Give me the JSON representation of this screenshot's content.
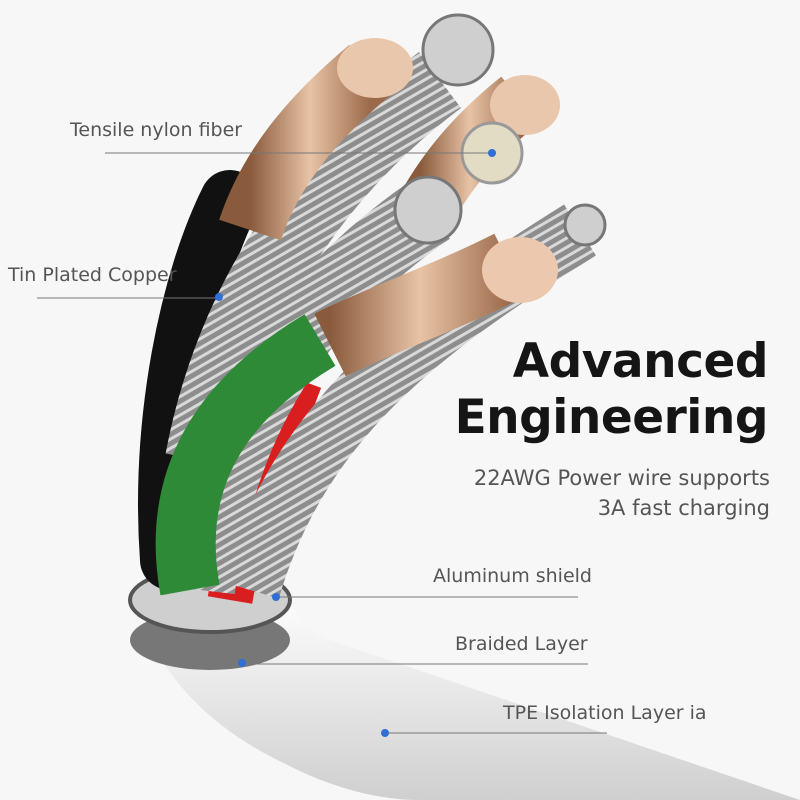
{
  "headline": {
    "line1": "Advanced",
    "line2": "Engineering"
  },
  "subtitle": {
    "line1": "22AWG Power wire supports",
    "line2": "3A fast charging"
  },
  "callouts": [
    {
      "label": "Tensile nylon fiber"
    },
    {
      "label": "Tin Plated Copper"
    },
    {
      "label": "Aluminum shield"
    },
    {
      "label": "Braided Layer"
    },
    {
      "label": "TPE Isolation Layer ia"
    }
  ],
  "colors": {
    "marker": "#2f6fd6",
    "copper": "#c99a7a",
    "wire_green": "#2e8a36",
    "wire_red": "#d81e1e",
    "jacket": "#ececec"
  }
}
